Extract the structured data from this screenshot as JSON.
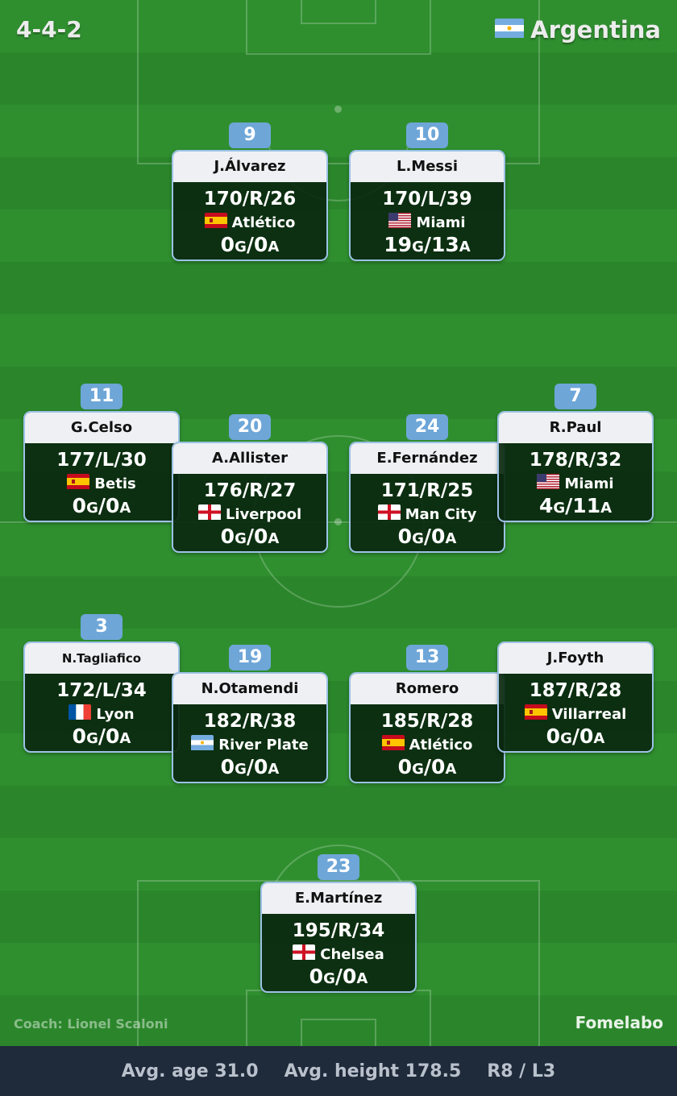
{
  "formation": "4-4-2",
  "team": {
    "name": "Argentina",
    "flag_icon": "argentina-flag-icon"
  },
  "coach": "Coach: Lionel Scaloni",
  "brand": "Fomelabo",
  "footer": {
    "avg_age": "Avg. age 31.0",
    "avg_height": "Avg. height 178.5",
    "foot": "R8 / L3"
  },
  "players": [
    {
      "number": "9",
      "name": "J.Álvarez",
      "stats": "170/R/26",
      "club": "Atlético",
      "club_flag": "spain-flag-icon",
      "goals": "0",
      "assists": "0"
    },
    {
      "number": "10",
      "name": "L.Messi",
      "stats": "170/L/39",
      "club": "Miami",
      "club_flag": "usa-flag-icon",
      "goals": "19",
      "assists": "13"
    },
    {
      "number": "11",
      "name": "G.Celso",
      "stats": "177/L/30",
      "club": "Betis",
      "club_flag": "spain-flag-icon",
      "goals": "0",
      "assists": "0"
    },
    {
      "number": "20",
      "name": "A.Allister",
      "stats": "176/R/27",
      "club": "Liverpool",
      "club_flag": "england-flag-icon",
      "goals": "0",
      "assists": "0"
    },
    {
      "number": "24",
      "name": "E.Fernández",
      "stats": "171/R/25",
      "club": "Man City",
      "club_flag": "england-flag-icon",
      "goals": "0",
      "assists": "0"
    },
    {
      "number": "7",
      "name": "R.Paul",
      "stats": "178/R/32",
      "club": "Miami",
      "club_flag": "usa-flag-icon",
      "goals": "4",
      "assists": "11"
    },
    {
      "number": "3",
      "name": "N.Tagliafico",
      "stats": "172/L/34",
      "club": "Lyon",
      "club_flag": "france-flag-icon",
      "goals": "0",
      "assists": "0"
    },
    {
      "number": "19",
      "name": "N.Otamendi",
      "stats": "182/R/38",
      "club": "River Plate",
      "club_flag": "argentina-flag-icon",
      "goals": "0",
      "assists": "0"
    },
    {
      "number": "13",
      "name": "Romero",
      "stats": "185/R/28",
      "club": "Atlético",
      "club_flag": "spain-flag-icon",
      "goals": "0",
      "assists": "0"
    },
    {
      "number": "",
      "name": "J.Foyth",
      "stats": "187/R/28",
      "club": "Villarreal",
      "club_flag": "spain-flag-icon",
      "goals": "0",
      "assists": "0"
    },
    {
      "number": "23",
      "name": "E.Martínez",
      "stats": "195/R/34",
      "club": "Chelsea",
      "club_flag": "england-flag-icon",
      "goals": "0",
      "assists": "0"
    }
  ],
  "labels": {
    "goals_suffix": "G",
    "assists_suffix": "A",
    "separator": "/"
  },
  "colors": {
    "pitch": "#2e8b2e",
    "number_badge": "#6ea6d8",
    "card_border": "#9cc2e6",
    "footer": "#1f2a3a"
  }
}
